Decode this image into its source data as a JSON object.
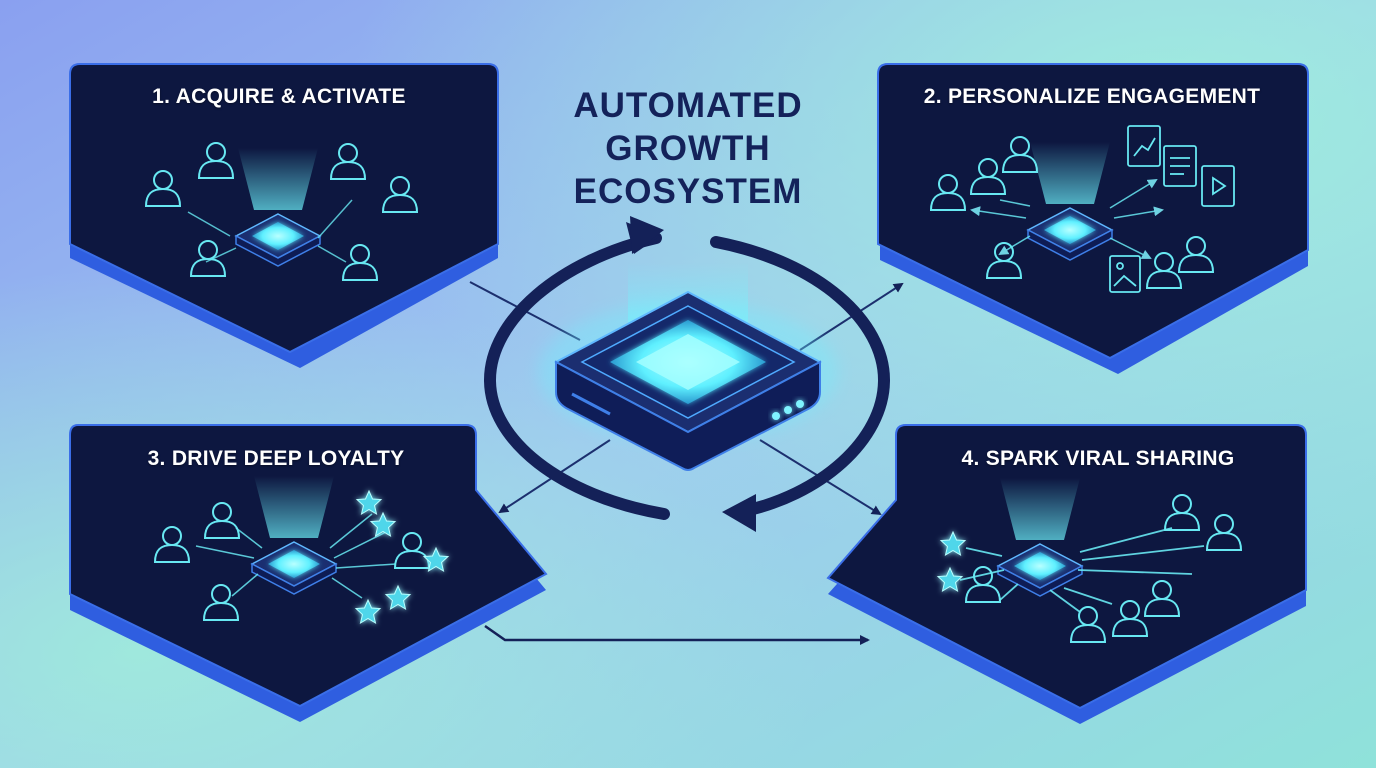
{
  "title": {
    "line1": "AUTOMATED",
    "line2": "GROWTH",
    "line3": "ECOSYSTEM"
  },
  "steps": [
    {
      "label": "1. ACQUIRE & ACTIVATE"
    },
    {
      "label": "2. PERSONALIZE ENGAGEMENT"
    },
    {
      "label": "3. DRIVE DEEP LOYALTY"
    },
    {
      "label": "4. SPARK VIRAL SHARING"
    }
  ],
  "colors": {
    "background_start": "#8fa6f0",
    "background_end": "#8fe6dc",
    "panel": "#0d1740",
    "panel_edge": "#2f5ee0",
    "glow": "#5ff0ff",
    "title_text": "#14225a",
    "arrow": "#142158"
  },
  "icons": [
    "person-icon",
    "star-icon",
    "chart-card-icon",
    "text-card-icon",
    "video-card-icon",
    "image-card-icon",
    "hub-device-icon",
    "cycle-arrow-icon"
  ]
}
